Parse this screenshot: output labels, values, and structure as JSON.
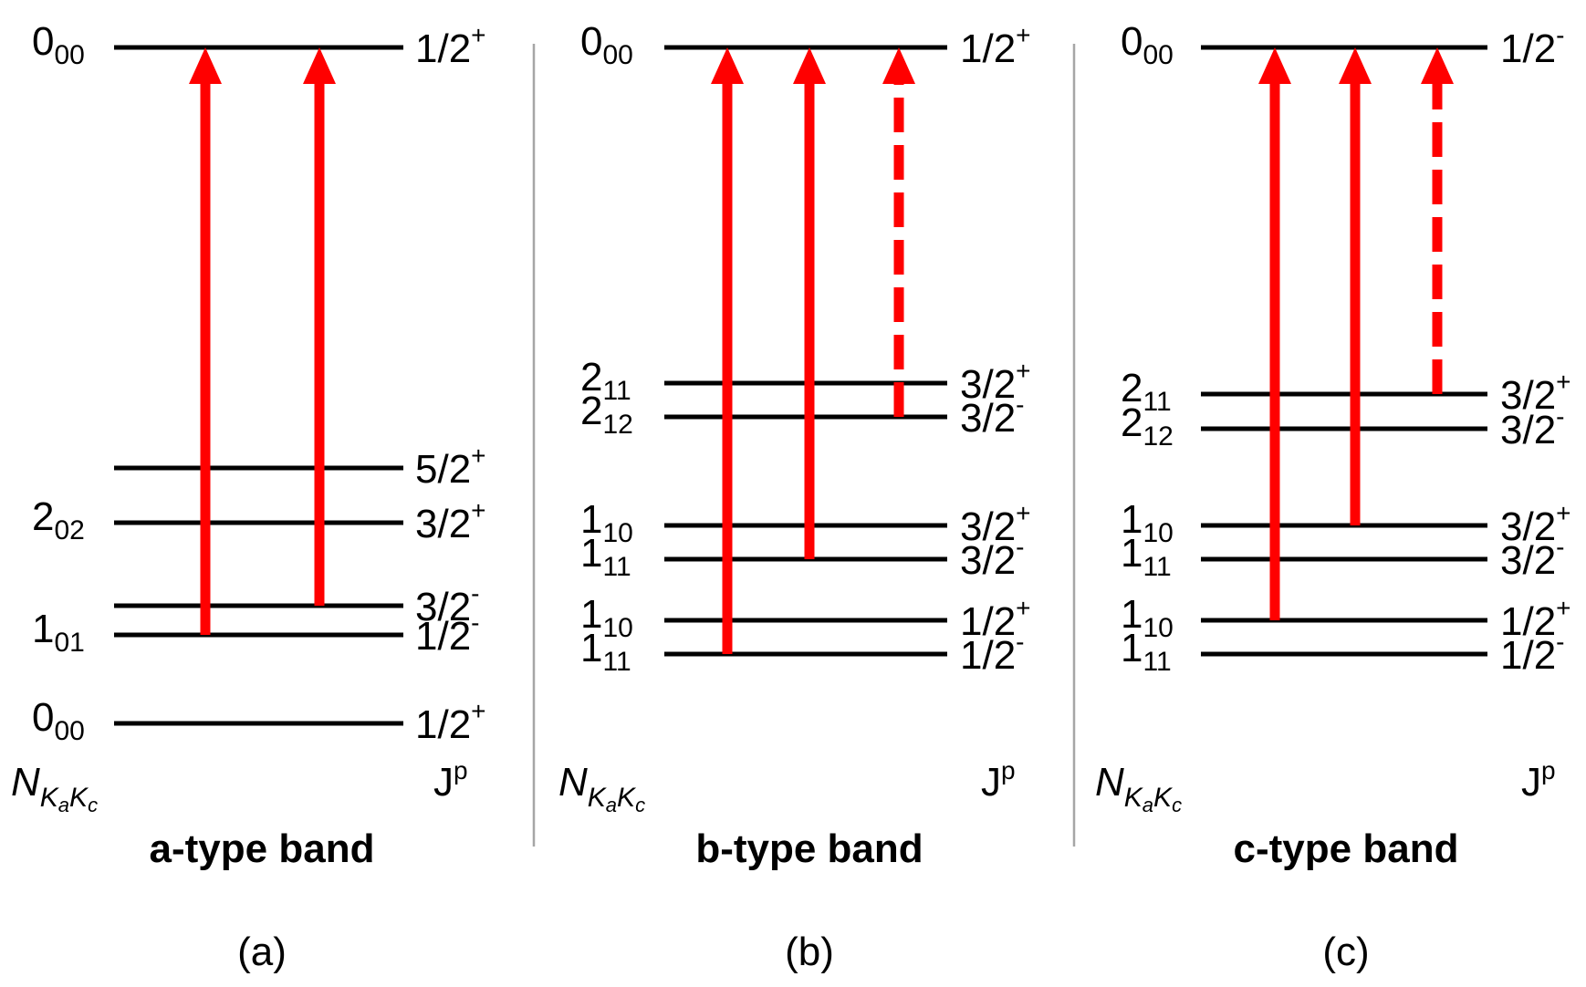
{
  "arrow_color": "#ff0000",
  "level_color": "#000000",
  "separator_color": "#a6a6a6",
  "panels": [
    {
      "title": "a-type band",
      "caption": "(a)",
      "axis_left": {
        "main": "N",
        "sub1": "K",
        "subsub1": "a",
        "sub2": "K",
        "subsub2": "c"
      },
      "axis_right": {
        "main": "J",
        "sup": "p"
      },
      "levels": [
        {
          "jp": "1/2",
          "parity": "+",
          "N": "0",
          "sub": "00"
        },
        {
          "jp": "5/2",
          "parity": "+",
          "N": "",
          "sub": ""
        },
        {
          "jp": "3/2",
          "parity": "+",
          "N": "2",
          "sub": "02"
        },
        {
          "jp": "3/2",
          "parity": "-",
          "N": "",
          "sub": ""
        },
        {
          "jp": "1/2",
          "parity": "-",
          "N": "1",
          "sub": "01"
        },
        {
          "jp": "1/2",
          "parity": "+",
          "N": "0",
          "sub": "00"
        }
      ],
      "arrows": [
        {
          "from_level": 4,
          "to_level": 0,
          "style": "solid"
        },
        {
          "from_level": 3,
          "to_level": 0,
          "style": "solid"
        }
      ]
    },
    {
      "title": "b-type band",
      "caption": "(b)",
      "axis_left": {
        "main": "N",
        "sub1": "K",
        "subsub1": "a",
        "sub2": "K",
        "subsub2": "c"
      },
      "axis_right": {
        "main": "J",
        "sup": "p"
      },
      "levels": [
        {
          "jp": "1/2",
          "parity": "+",
          "N": "0",
          "sub": "00"
        },
        {
          "jp": "3/2",
          "parity": "+",
          "N": "2",
          "sub": "11"
        },
        {
          "jp": "3/2",
          "parity": "-",
          "N": "2",
          "sub": "12"
        },
        {
          "jp": "3/2",
          "parity": "+",
          "N": "1",
          "sub": "10"
        },
        {
          "jp": "3/2",
          "parity": "-",
          "N": "1",
          "sub": "11"
        },
        {
          "jp": "1/2",
          "parity": "+",
          "N": "1",
          "sub": "10"
        },
        {
          "jp": "1/2",
          "parity": "-",
          "N": "1",
          "sub": "11"
        }
      ],
      "arrows": [
        {
          "from_level": 6,
          "to_level": 0,
          "style": "solid"
        },
        {
          "from_level": 4,
          "to_level": 0,
          "style": "solid"
        },
        {
          "from_level": 2,
          "to_level": 0,
          "style": "dashed"
        }
      ]
    },
    {
      "title": "c-type band",
      "caption": "(c)",
      "axis_left": {
        "main": "N",
        "sub1": "K",
        "subsub1": "a",
        "sub2": "K",
        "subsub2": "c"
      },
      "axis_right": {
        "main": "J",
        "sup": "p"
      },
      "levels": [
        {
          "jp": "1/2",
          "parity": "-",
          "N": "0",
          "sub": "00"
        },
        {
          "jp": "3/2",
          "parity": "+",
          "N": "2",
          "sub": "11"
        },
        {
          "jp": "3/2",
          "parity": "-",
          "N": "2",
          "sub": "12"
        },
        {
          "jp": "3/2",
          "parity": "+",
          "N": "1",
          "sub": "10"
        },
        {
          "jp": "3/2",
          "parity": "-",
          "N": "1",
          "sub": "11"
        },
        {
          "jp": "1/2",
          "parity": "+",
          "N": "1",
          "sub": "10"
        },
        {
          "jp": "1/2",
          "parity": "-",
          "N": "1",
          "sub": "11"
        }
      ],
      "arrows": [
        {
          "from_level": 5,
          "to_level": 0,
          "style": "solid"
        },
        {
          "from_level": 3,
          "to_level": 0,
          "style": "solid"
        },
        {
          "from_level": 1,
          "to_level": 0,
          "style": "dashed"
        }
      ]
    }
  ]
}
